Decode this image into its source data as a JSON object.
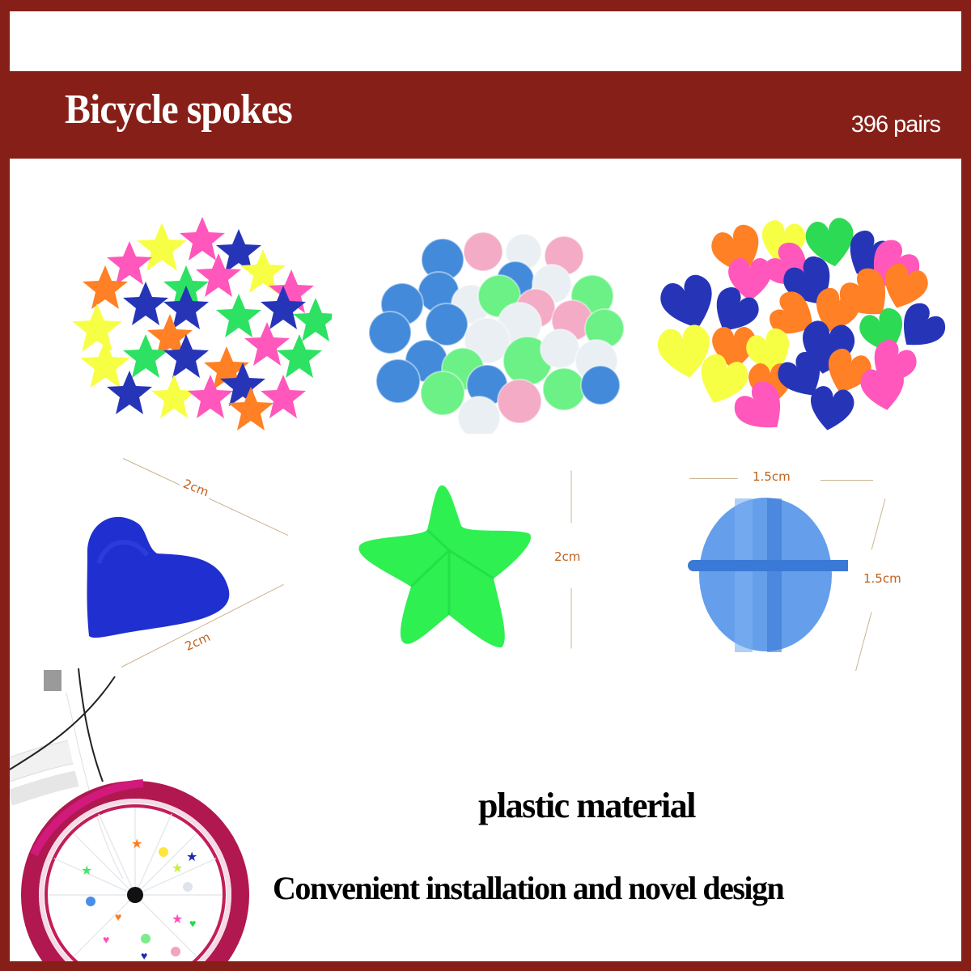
{
  "banner": {
    "title": "Bicycle spokes",
    "count": "396 pairs",
    "colors": {
      "frame": "#861f17",
      "text": "#ffffff"
    }
  },
  "product_piles": [
    {
      "name": "star beads",
      "shape": "star",
      "colors": [
        "#f7ff3c",
        "#ff4fb8",
        "#ff7a1a",
        "#1b2bb5",
        "#22e05a"
      ]
    },
    {
      "name": "round beads",
      "shape": "round",
      "colors": [
        "#2f7fd6",
        "#f2a3c0",
        "#e8eef3",
        "#5cf07a"
      ]
    },
    {
      "name": "heart beads",
      "shape": "heart",
      "colors": [
        "#ff7a1a",
        "#f7ff3c",
        "#22d94a",
        "#1b2bb5",
        "#ff4fb8"
      ]
    }
  ],
  "dimensions": {
    "heart": {
      "width": "2cm",
      "height": "2cm",
      "color": "#1f2fd0"
    },
    "star": {
      "height": "2cm",
      "color": "#2ef051"
    },
    "round": {
      "width": "1.5cm",
      "height": "1.5cm",
      "color": "#4a8ee8"
    },
    "label_color": "#c0601c"
  },
  "features": {
    "line1": "plastic material",
    "line2": "Convenient installation and novel design"
  },
  "illustration": {
    "name": "bicycle front wheel with spoke beads",
    "rim_color": "#b0184f",
    "fender_color": "#d11a7c"
  }
}
